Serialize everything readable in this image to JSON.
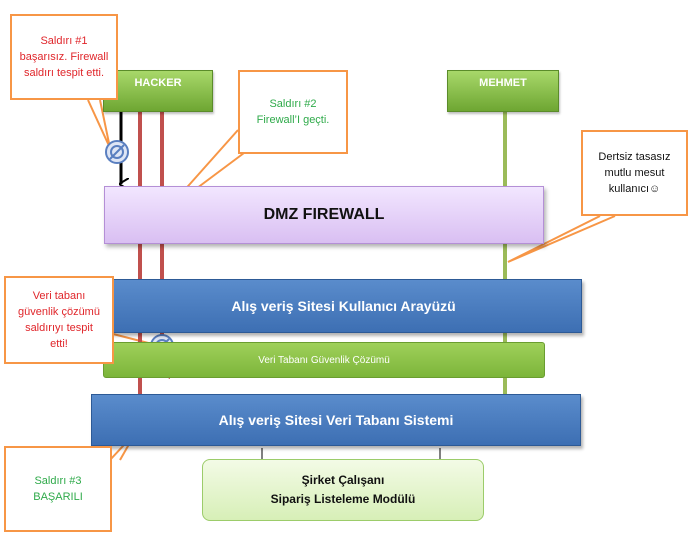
{
  "actors": {
    "hacker": "HACKER",
    "mehmet": "MEHMET"
  },
  "layers": {
    "firewall": "DMZ FIREWALL",
    "ui": "Alış veriş Sitesi Kullanıcı  Arayüzü",
    "db_security": "Veri Tabanı Güvenlik Çözümü",
    "db_system": "Alış veriş Sitesi Veri Tabanı Sistemi"
  },
  "module": {
    "line1": "Şirket Çalışanı",
    "line2": "Sipariş Listeleme Modülü"
  },
  "callouts": {
    "attack1": [
      "Saldırı #1",
      "başarısız. Firewall",
      "saldırı tespit etti."
    ],
    "attack2": [
      "Saldırı #2",
      "Firewall’I geçti."
    ],
    "user": [
      "Dertsiz tasasız",
      "mutlu mesut",
      "kullanıcı☺"
    ],
    "dbsec": [
      "Veri tabanı",
      "güvenlik çözümü",
      "saldırıyı tespit",
      "etti!"
    ],
    "attack3": [
      "Saldırı #3",
      "BAŞARILI"
    ]
  },
  "colors": {
    "callout_border": "#f79646",
    "attack_arrow": "#c0504d",
    "user_arrow": "#9bbb59",
    "bar_blue": "#4f81bd"
  }
}
